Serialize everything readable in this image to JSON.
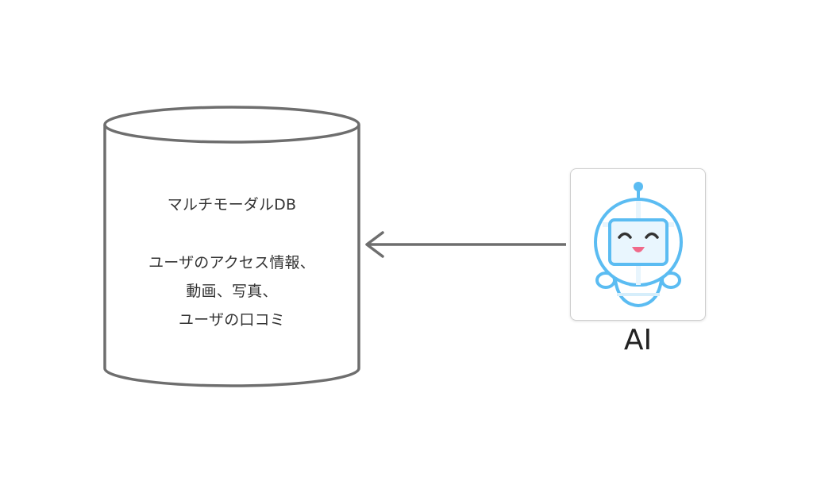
{
  "database": {
    "title": "マルチモーダルDB",
    "description_lines": [
      "ユーザのアクセス情報、",
      "動画、写真、",
      "ユーザの口コミ"
    ]
  },
  "ai": {
    "label": "AI",
    "icon": "robot-icon"
  },
  "arrow": {
    "direction": "ai-to-database"
  },
  "colors": {
    "stroke": "#6e6e6e",
    "robot_blue": "#5bbcf2",
    "robot_light": "#d6eefb",
    "robot_mouth": "#f06a8a"
  }
}
